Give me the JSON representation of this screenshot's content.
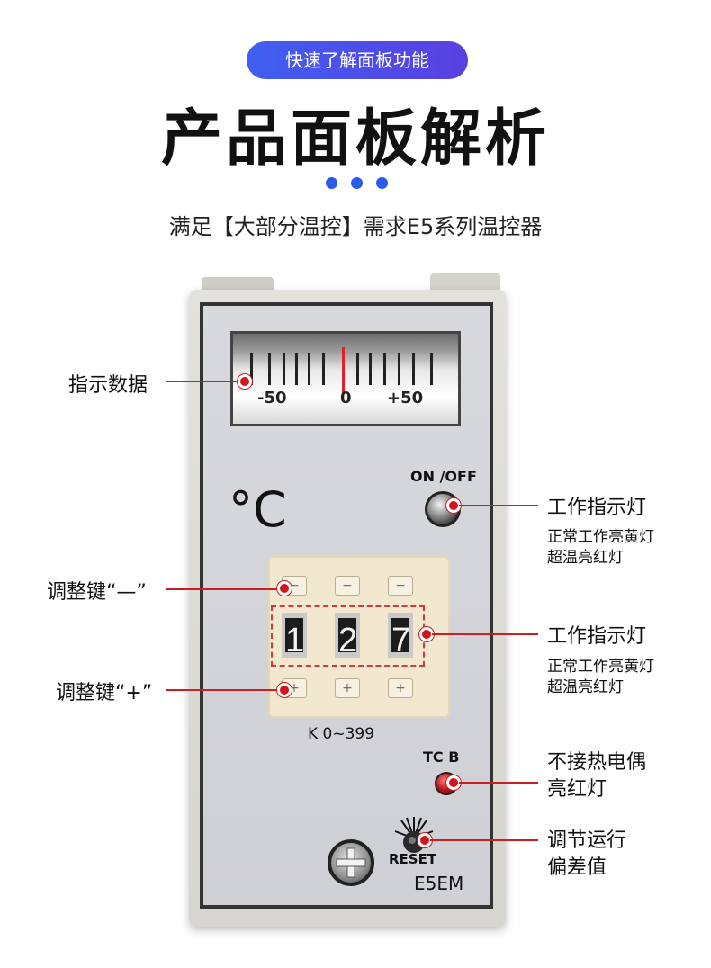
{
  "header": {
    "pill_label": "快速了解面板功能",
    "title": "产品面板解析",
    "subtitle": "满足【大部分温控】需求E5系列温控器"
  },
  "device": {
    "meter_scale_labels": [
      "-50",
      "0",
      "+50"
    ],
    "unit_symbol": "°C",
    "onoff_label": "ON /OFF",
    "keypad_minus_glyph": "−",
    "keypad_plus_glyph": "+",
    "digits": [
      "1",
      "2",
      "7"
    ],
    "range_label": "K  0~399",
    "tc_label": "TC  B",
    "reset_label": "RESET",
    "model_label": "E5EM"
  },
  "callouts": {
    "display": "指示数据",
    "minus_key": "调整键“—”",
    "plus_key": "调整键“+”",
    "work_lamp_1": {
      "title": "工作指示灯",
      "lines": [
        "正常工作亮黄灯",
        "超温亮红灯"
      ]
    },
    "work_lamp_2": {
      "title": "工作指示灯",
      "lines": [
        "正常工作亮黄灯",
        "超温亮红灯"
      ]
    },
    "thermocouple": {
      "lines": [
        "不接热电偶",
        "亮红灯"
      ]
    },
    "offset": {
      "lines": [
        "调节运行",
        "偏差值"
      ]
    }
  },
  "colors": {
    "accent_blue": "#2a5bea",
    "callout_red": "#c81e24",
    "keypad_cream": "#f1e8cf"
  }
}
